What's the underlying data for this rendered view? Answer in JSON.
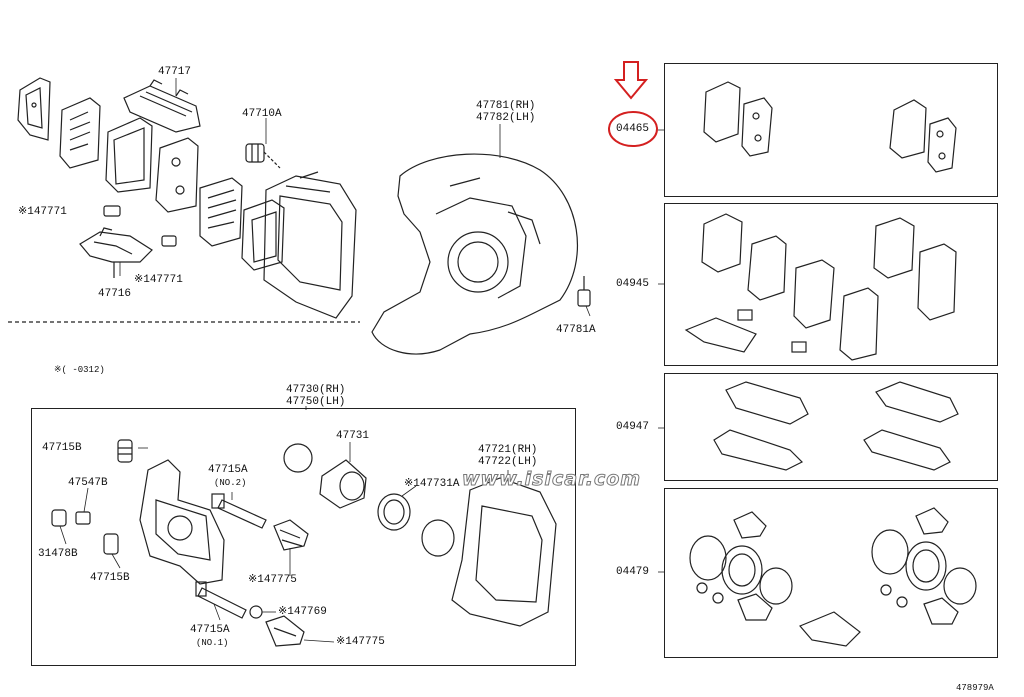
{
  "diagram": {
    "labels": {
      "p47717": "47717",
      "p47710a": "47710A",
      "p47781_rh": "47781(RH)",
      "p47782_lh": "47782(LH)",
      "p47771_top": "※147771",
      "p47771_bottom": "※147771",
      "p47716": "47716",
      "p47781a": "47781A",
      "note_range": "※(      -0312)",
      "p47730_rh": "47730(RH)",
      "p47750_lh": "47750(LH)",
      "p47731": "47731",
      "p47715b_top": "47715B",
      "p47715a_top": "47715A",
      "no2": "(NO.2)",
      "p47547b": "47547B",
      "p31478b": "31478B",
      "p47715b_bottom": "47715B",
      "p47775_mid": "※147775",
      "p47731a": "※147731A",
      "p47721_rh": "47721(RH)",
      "p47722_lh": "47722(LH)",
      "p47769": "※147769",
      "p47715a_bottom": "47715A",
      "no1": "(NO.1)",
      "p47775_bottom": "※147775",
      "p04465": "04465",
      "p04945": "04945",
      "p04947": "04947",
      "p04479": "04479",
      "fig_code": "478979A"
    },
    "watermark": "www.isicar.com",
    "highlight_color": "#d42020"
  }
}
